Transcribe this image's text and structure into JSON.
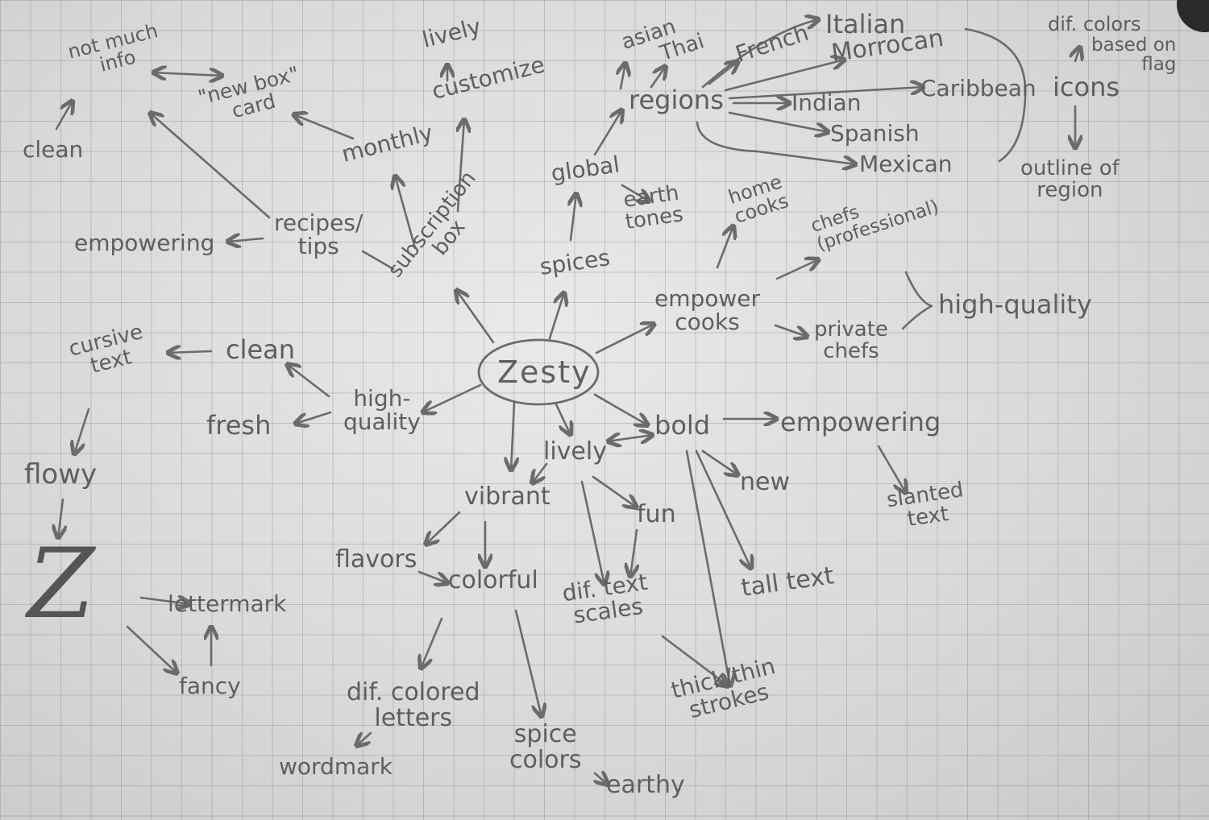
{
  "center": "Zesty",
  "branches": {
    "subscription_box": {
      "root": "subscription\nbox",
      "monthly": "monthly",
      "customize": "customize",
      "lively": "lively",
      "new_box_card": "\"new box\"\ncard",
      "not_much_info": "not much\ninfo",
      "clean": "clean",
      "recipes_tips": "recipes/\ntips",
      "empowering": "empowering"
    },
    "spices": {
      "root": "spices",
      "global": "global",
      "earth_tones": "earth\ntones",
      "regions": "regions",
      "asian": "asian",
      "thai": "Thai",
      "french": "French",
      "italian": "Italian",
      "morrocan": "Morrocan",
      "indian": "Indian",
      "caribbean": "Caribbean",
      "spanish": "Spanish",
      "mexican": "Mexican",
      "icons": "icons",
      "dif_colors": "dif. colors",
      "based_on_flag": "based on\nflag",
      "outline_of_region": "outline of\nregion"
    },
    "empower_cooks": {
      "root": "empower\ncooks",
      "home_cooks": "home\ncooks",
      "chefs": "chefs\n(professional)",
      "private_chefs": "private\nchefs",
      "high_quality": "high-quality"
    },
    "high_quality": {
      "root": "high-\nquality",
      "clean": "clean",
      "fresh": "fresh",
      "cursive_text": "cursive\ntext",
      "flowy": "flowy",
      "z_letter": "Z",
      "lettermark": "lettermark",
      "fancy": "fancy"
    },
    "lively": {
      "root": "lively",
      "vibrant": "vibrant",
      "flavors": "flavors",
      "colorful": "colorful",
      "dif_colored_letters": "dif. colored\nletters",
      "wordmark": "wordmark",
      "spice_colors": "spice\ncolors",
      "earthy": "earthy",
      "fun": "fun",
      "dif_text_scales": "dif. text\nscales"
    },
    "bold": {
      "root": "bold",
      "empowering": "empowering",
      "slanted_text": "slanted\ntext",
      "new": "new",
      "tall_text": "tall text",
      "thick_thin_strokes": "thick/thin\nstrokes"
    }
  }
}
